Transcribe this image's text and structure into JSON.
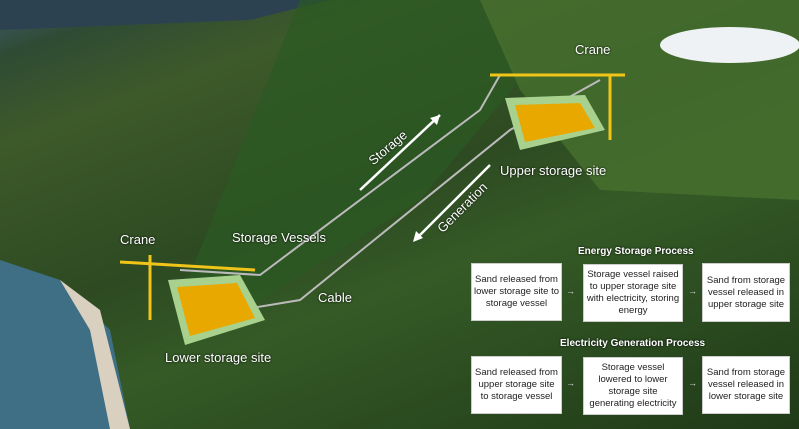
{
  "labels": {
    "crane_upper": "Crane",
    "crane_lower": "Crane",
    "storage": "Storage",
    "generation": "Generation",
    "upper_site": "Upper storage site",
    "lower_site": "Lower storage site",
    "vessels": "Storage Vessels",
    "cable": "Cable"
  },
  "storage_process": {
    "title": "Energy Storage Process",
    "steps": [
      "Sand released from lower storage site to storage vessel",
      "Storage vessel raised to upper storage site with electricity, storing energy",
      "Sand from storage vessel released in upper storage site"
    ]
  },
  "generation_process": {
    "title": "Electricity Generation Process",
    "steps": [
      "Sand released from upper storage site to storage vessel",
      "Storage vessel lowered  to lower storage site generating electricity",
      "Sand from storage vessel released in lower storage site"
    ]
  },
  "colors": {
    "sand": "#e8a800",
    "container": "#a9d18e",
    "crane": "#f0c419"
  }
}
